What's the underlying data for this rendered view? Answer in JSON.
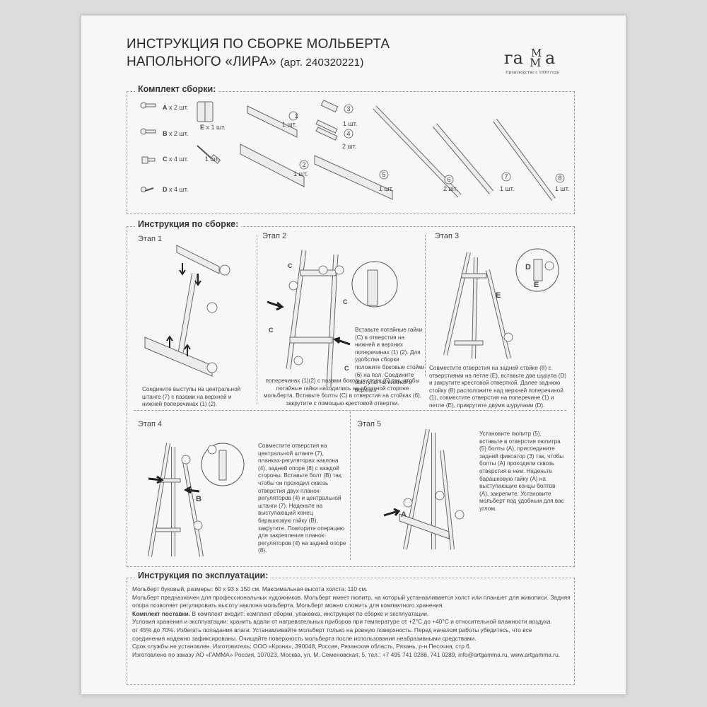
{
  "header": {
    "title_line1": "ИНСТРУКЦИЯ ПО СБОРКЕ МОЛЬБЕРТА",
    "title_line2": "НАПОЛЬНОГО «ЛИРА»",
    "article": "(арт. 240320221)",
    "logo_word": "ГАММА",
    "logo_tagline": "Производство с 1899 года"
  },
  "kit": {
    "heading": "Комплект сборки:",
    "hardware": [
      {
        "letter": "A",
        "qty": "x 2 шт."
      },
      {
        "letter": "B",
        "qty": "x 2 шт."
      },
      {
        "letter": "C",
        "qty": "x 4 шт."
      },
      {
        "letter": "D",
        "qty": "x 4 шт."
      },
      {
        "letter": "E",
        "qty": "x 1 шт."
      }
    ],
    "screwdriver_qty": "1 шт.",
    "parts": [
      {
        "num": "1",
        "qty": "1 шт."
      },
      {
        "num": "2",
        "qty": "1 шт."
      },
      {
        "num": "3",
        "qty": "1 шт."
      },
      {
        "num": "4",
        "qty": "2 шт."
      },
      {
        "num": "5",
        "qty": "1 шт."
      },
      {
        "num": "6",
        "qty": "2 шт."
      },
      {
        "num": "7",
        "qty": "1 шт."
      },
      {
        "num": "8",
        "qty": "1 шт."
      }
    ]
  },
  "assembly": {
    "heading": "Инструкция по сборке:",
    "stages": [
      {
        "label": "Этап 1",
        "text": "Соедините выступы на центральной штанге (7) с пазами на верхней и нижней поперечинах (1) (2)."
      },
      {
        "label": "Этап 2",
        "text_a": "Вставьте потайные гайки (С) в отверстия на нижней и верхних поперечинах (1) (2). Для удобства сборки положите боковые стойки (6) на пол. Соедините выступы на нижней и верхних",
        "text_b": "поперечинах (1)(2) с пазами боковых стоек (6) так, чтобы потайные гайки находились на обратной стороне мольберта. Вставьте болты (С) в отверстия на стойках (6), закрутите с помощью крестовой отвертки."
      },
      {
        "label": "Этап 3",
        "text": "Совместите отверстия на задней стойке (8) с отверстиями на петле (Е), вставьте два шурупа (D) и закрутите крестовой отверткой. Далее заднюю стойку (8) расположите над верхней поперечиной (1), совместите отверстия на поперечине (1) и петле (Е), прикрутите двумя шурупами (D)."
      },
      {
        "label": "Этап 4",
        "text": "Совместите отверстия на центральной штанге (7), планках-регуляторах наклона (4), задней опоре (8) с каждой стороны. Вставьте болт (В) так, чтобы он проходил сквозь отверстия двух планок-регуляторов (4) и центральной штанги (7). Наденьте на выступающий конец барашковую гайку (В), закрутите. Повторите операцию для закрепления планок-регуляторов (4) на задней опоре (8)."
      },
      {
        "label": "Этап 5",
        "text": "Установите пюпитр (5), вставьте в отверстия пюпитра (5) болты (А), присоедините задний фиксатор (3) так, чтобы болты (А) проходили сквозь отверстия в нем. Наденьте барашковую гайку (А) на выступающие концы болтов (А), закрепите. Установите мольберт под удобным для вас углом."
      }
    ],
    "callout_letters": {
      "c": "C",
      "a": "A",
      "b": "B",
      "d": "D",
      "e": "E"
    }
  },
  "operation": {
    "heading": "Инструкция по эксплуатации:",
    "lines": [
      "Мольберт буковый, размеры: 60 x 93 x 150 см. Максимальная высота холста: 110 см.",
      "Мольберт предназначен для профессиональных художников. Мольберт имеет пюпитр, на который устанавливается холст или планшет для живописи. Задняя",
      "опора позволяет регулировать высоту наклона мольберта. Мольберт можно сложить для компактного хранения."
    ],
    "kit_bold": "Комплект поставки.",
    "kit_rest": " В комплект входит: комплект сборки, упаковка, инструкция по сборке и эксплуатации.",
    "lines2": [
      "Условия хранения и эксплуатации: хранить вдали от нагревательных приборов при температуре от +2°С до +40°С и относительной влажности воздуха",
      "от 45% до 70%. Избегать попадания влаги. Устанавливайте мольберт только на ровную поверхность. Перед началом работы убедитесь, что все",
      "соединения надежно зафиксированы. Очищайте поверхность мольберта после использования неабразивными средствами.",
      "Срок службы не установлен. Изготовитель: ООО «Крона», 390048, Россия, Рязанская область, Рязань, р-н Песочня, стр 6.",
      "Изготовлено по заказу АО «ГАММА» Россия, 107023, Москва, ул. М. Семеновская, 5, тел.: +7 495 741 0288, 741 0289, info@artgamma.ru, www.artgamma.ru."
    ]
  }
}
